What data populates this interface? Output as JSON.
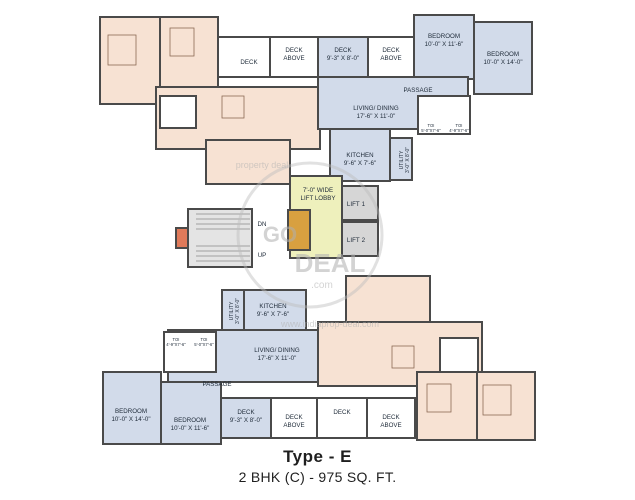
{
  "plan": {
    "title": "Type - E",
    "subtitle": "2 BHK (C) - 975 SQ. FT."
  },
  "colors": {
    "pink": "#f7e2d3",
    "blue": "#d2dbea",
    "yellow": "#eef0bc",
    "wall": "#4a4a4a",
    "deck": "#ffffff"
  },
  "labels": {
    "top_right_bedroom1": [
      "BEDROOM",
      "10'-0\" X 11'-6\""
    ],
    "top_right_bedroom2": [
      "BEDROOM",
      "10'-0\" X 14'-0\""
    ],
    "top_deck1": [
      "DECK"
    ],
    "top_deck_above1": [
      "DECK",
      "ABOVE"
    ],
    "top_deck2": [
      "DECK",
      "9'-3\" X 8'-0\""
    ],
    "top_deck_above2": [
      "DECK",
      "ABOVE"
    ],
    "top_passage": [
      "PASSAGE"
    ],
    "top_living": [
      "LIVING/ DINING",
      "17'-6\" X 11'-0\""
    ],
    "top_kitchen": [
      "KITCHEN",
      "9'-6\" X 7'-6\""
    ],
    "top_toi1": [
      "TOI",
      "5'-0\"X7'-6\""
    ],
    "top_toi2": [
      "TOI",
      "4'-9\"X7'-6\""
    ],
    "top_utility": [
      "UTILITY",
      "3'-0\" X 8'-0\""
    ],
    "lobby": [
      "7'-0\" WIDE",
      "LIFT LOBBY"
    ],
    "lift1": [
      "LIFT",
      "1"
    ],
    "lift2": [
      "LIFT",
      "2"
    ],
    "stair_dn": [
      "DN"
    ],
    "stair_up": [
      "UP"
    ],
    "bot_utility": [
      "UTILITY",
      "3'-0\" X 8'-0\""
    ],
    "bot_kitchen": [
      "KITCHEN",
      "9'-6\" X 7'-6\""
    ],
    "bot_toi1": [
      "TOI",
      "4'-9\"X7'-6\""
    ],
    "bot_toi2": [
      "TOI",
      "5'-0\"X7'-6\""
    ],
    "bot_living": [
      "LIVING/ DINING",
      "17'-6\" X 11'-0\""
    ],
    "bot_passage": [
      "PASSAGE"
    ],
    "bot_bedroom1": [
      "BEDROOM",
      "10'-0\" X 14'-0\""
    ],
    "bot_bedroom2": [
      "BEDROOM",
      "10'-0\" X 11'-6\""
    ],
    "bot_deck1": [
      "DECK",
      "9'-3\" X 8'-0\""
    ],
    "bot_deck_above1": [
      "DECK",
      "ABOVE"
    ],
    "bot_deck2": [
      "DECK"
    ],
    "bot_deck_above2": [
      "DECK",
      "ABOVE"
    ]
  },
  "watermark": {
    "brand": [
      "GO",
      "DEAL",
      ".com"
    ],
    "url": "www.indiaprop-deal.com",
    "url2": "property deal"
  }
}
